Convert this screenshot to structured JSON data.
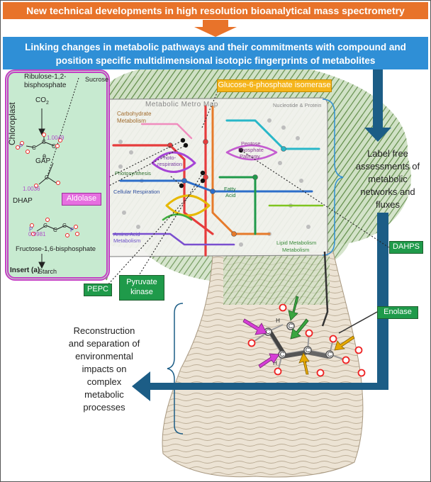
{
  "header": {
    "title": "New technical developments in high resolution bioanalytical mass spectrometry",
    "subtitle_line1": "Linking changes in metabolic pathways and their commitments with compound and",
    "subtitle_line2": "position specific multidimensional isotopic fingerprints of metabolites"
  },
  "right_text": {
    "line1": "Label free",
    "line2": "assessments of",
    "line3": "metabolic",
    "line4": "networks and",
    "line5": "fluxes"
  },
  "left_text": {
    "line1": "Reconstruction",
    "line2": "and separation of",
    "line3": "environmental",
    "line4": "impacts on",
    "line5": "complex",
    "line6": "metabolic",
    "line7": "processes"
  },
  "enzymes": {
    "glucose": "Glucose-6-phosphate isomerase",
    "aldolase": "Aldolase",
    "dahps": "DAHPS",
    "enolase": "Enolase",
    "pepc": "PEPC",
    "pyruvate_line1": "Pyruvate",
    "pyruvate_line2": "kinase"
  },
  "insert": {
    "chloroplast": "Chloroplast",
    "ribulose_line1": "Ribulose-1,2-",
    "ribulose_line2": "bisphosphate",
    "co2": "CO",
    "co2_sub": "2",
    "sucrose": "Sucrose",
    "gap": "GAP",
    "dhap": "DHAP",
    "val_1": "1.0049",
    "val_2": "1.0036",
    "val_3": "0.9981",
    "fructose": "Fructose-1,6-bisphosphate",
    "starch": "Starch",
    "insert_label": "Insert (a)"
  },
  "metro_map": {
    "title": "Metabolic Metro Map",
    "labels": {
      "carbohydrate": "Carbohydrate",
      "carbohydrate2": "Metabolism",
      "nucleotide": "Nucleotide & Protein",
      "photorespiration": "Photo-",
      "photorespiration2": "respiration",
      "photosynthesis": "Photosynthesis",
      "cellular": "Cellular Respiration",
      "pentose": "Pentose",
      "pentose2": "Phosphate",
      "pentose3": "Pathway",
      "fatty": "Fatty",
      "fatty2": "Acid",
      "amino": "Amino Acid",
      "amino2": "Metabolism",
      "lipid": "Lipid Metabolism",
      "metabolism": "Metabolism"
    }
  },
  "colors": {
    "top_banner": "#e8732a",
    "mid_banner": "#2f8fd6",
    "arrow_blue": "#1c5d86",
    "tag_green": "#1f9a4a",
    "tag_yellow": "#f5b51c",
    "tag_pink": "#e66fe0",
    "insert_fill": "#bfe6c8",
    "insert_border": "#c43fc4",
    "tree_green": "#6f9a58",
    "trunk": "#d8cdbb"
  }
}
